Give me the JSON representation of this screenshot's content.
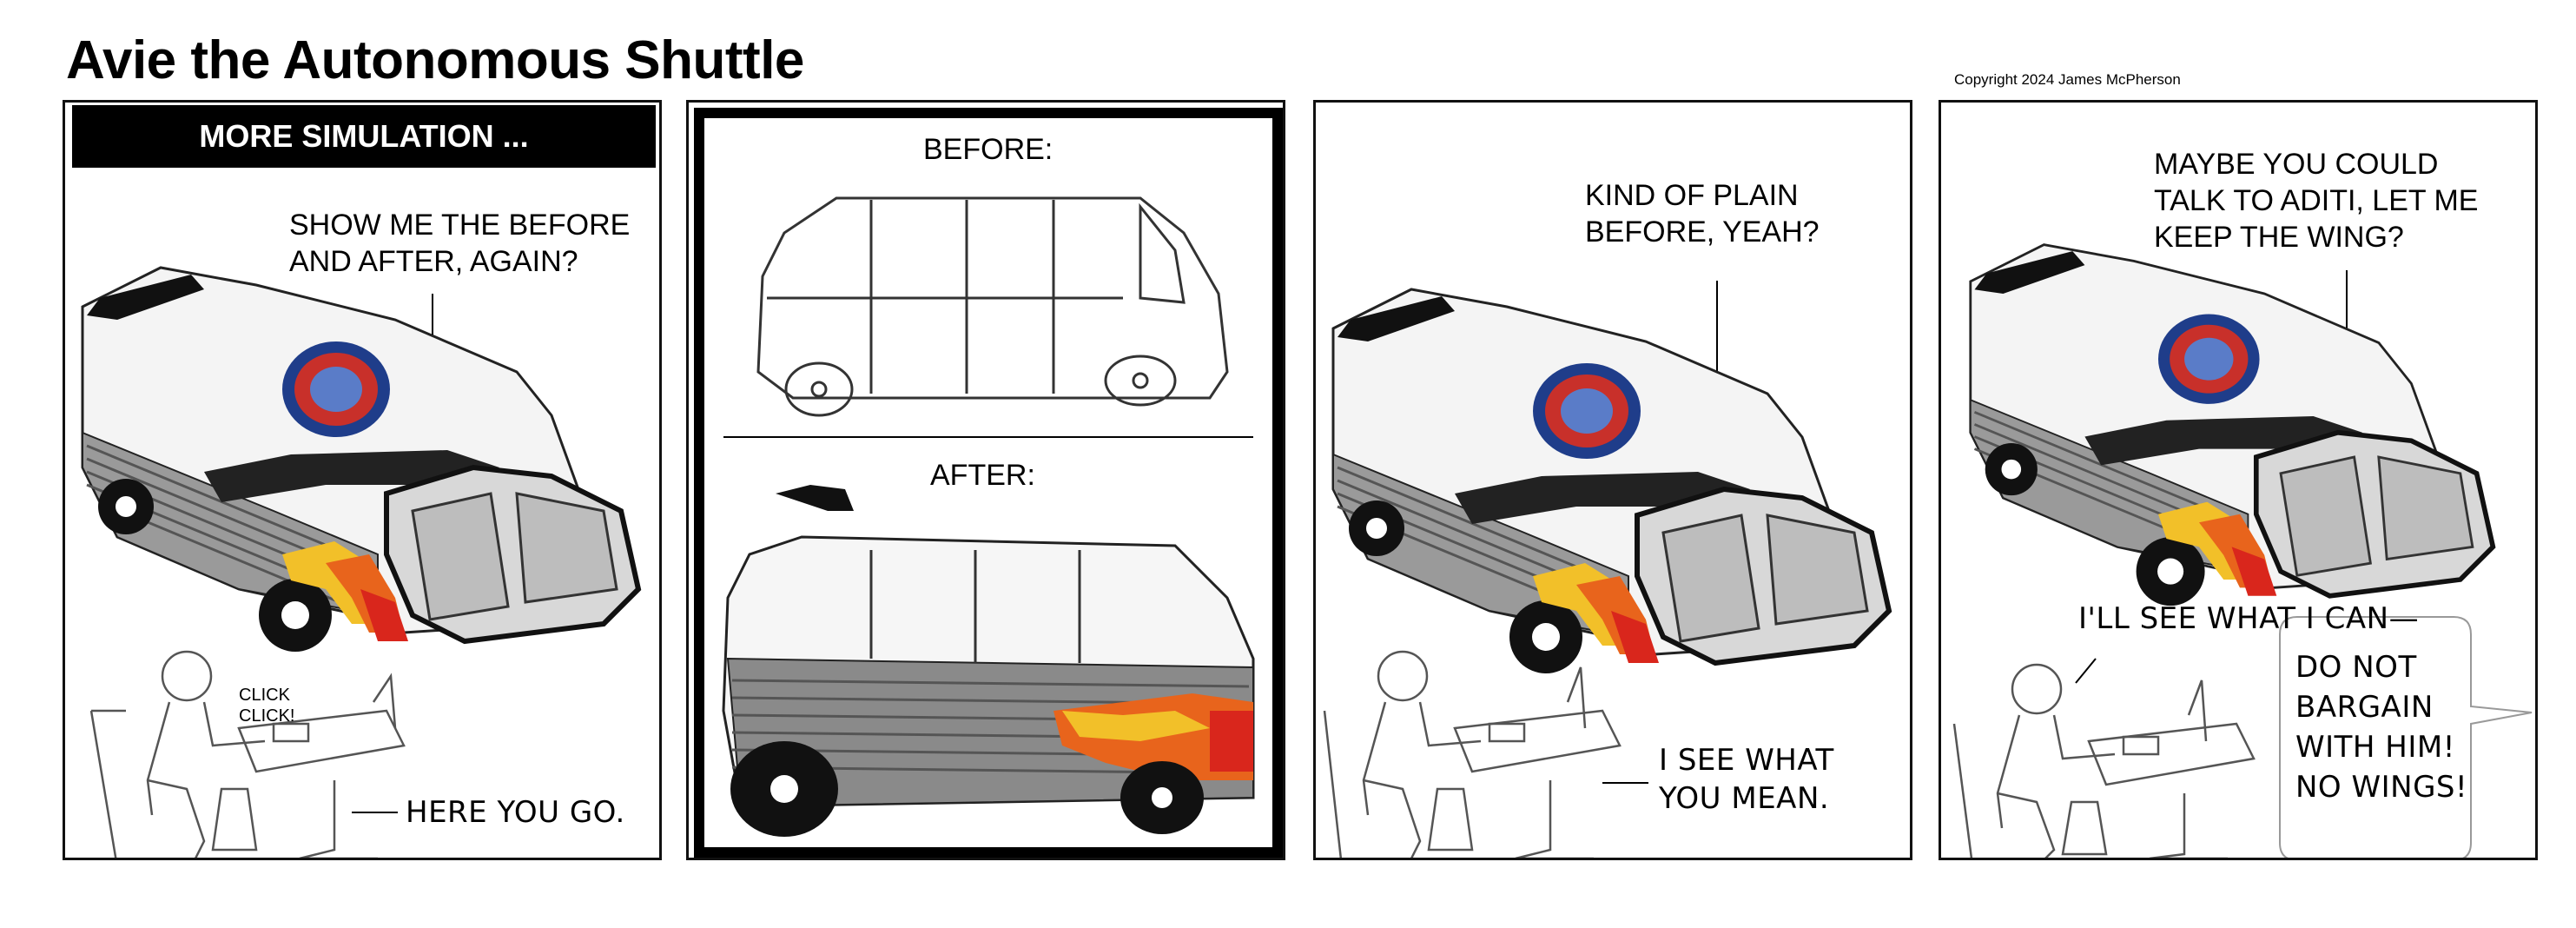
{
  "strip": {
    "title": "Avie the Autonomous Shuttle",
    "copyright": "Copyright 2024 James McPherson"
  },
  "panel1": {
    "banner": "MORE SIMULATION ...",
    "speech": [
      "SHOW ME THE BEFORE",
      "AND AFTER, AGAIN?"
    ],
    "sound": [
      "CLICK",
      "CLICK!"
    ],
    "reply": "HERE YOU GO."
  },
  "panel2": {
    "before_label": "BEFORE:",
    "after_label": "AFTER:"
  },
  "panel3": {
    "speech": [
      "KIND OF PLAIN",
      "BEFORE, YEAH?"
    ],
    "reply": [
      "I SEE WHAT",
      "YOU MEAN."
    ]
  },
  "panel4": {
    "speech": [
      "MAYBE YOU COULD",
      "TALK TO ADITI, LET ME",
      "KEEP THE WING?"
    ],
    "reply": "I'LL SEE WHAT I CAN—",
    "screen_text": [
      "DO NOT",
      "BARGAIN",
      "WITH HIM!",
      "NO WINGS!"
    ]
  },
  "colors": {
    "flame_yellow": "#f2c029",
    "flame_orange": "#e8641c",
    "flame_red": "#d9261c",
    "badge_blue": "#1f3d8a",
    "badge_red": "#c8302a"
  }
}
